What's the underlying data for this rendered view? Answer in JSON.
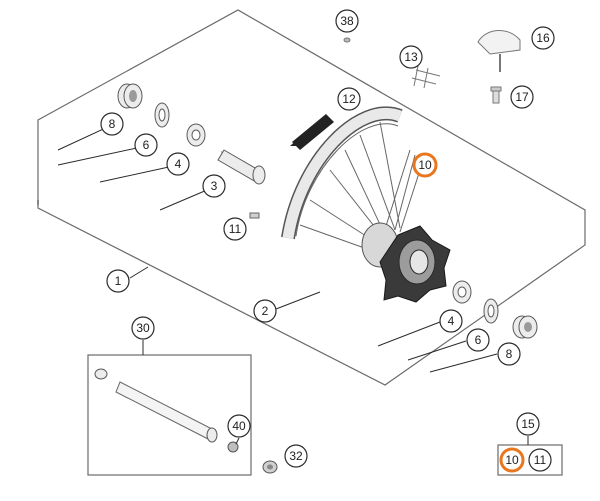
{
  "callouts": {
    "c38": "38",
    "c16": "16",
    "c13": "13",
    "c17": "17",
    "c12": "12",
    "c8a": "8",
    "c6a": "6",
    "c4a": "4",
    "c3": "3",
    "c10a": "10",
    "c11a": "11",
    "c1": "1",
    "c2": "2",
    "c4b": "4",
    "c6b": "6",
    "c8b": "8",
    "c30": "30",
    "c40": "40",
    "c32": "32",
    "c15": "15",
    "c10b": "10",
    "c11b": "11"
  },
  "colors": {
    "highlight": "#e8771f",
    "line": "#2b2b2b",
    "part_fill": "#ececec",
    "hub": "#3a3a3a"
  },
  "icons": {
    "direction_arrow": "arrow-icon"
  }
}
